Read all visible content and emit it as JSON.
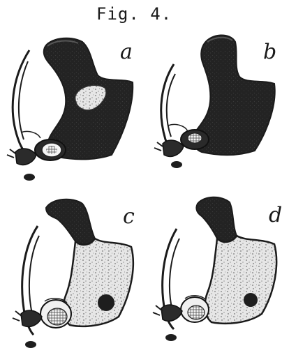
{
  "figure": {
    "title": "Fig. 4.",
    "panels": [
      {
        "label": "a",
        "variant": "dark-with-light-spot"
      },
      {
        "label": "b",
        "variant": "fully-dark"
      },
      {
        "label": "c",
        "variant": "light-stippled"
      },
      {
        "label": "d",
        "variant": "light-stippled"
      }
    ]
  },
  "colors": {
    "ink": "#1b1b1b",
    "dark_fill": "#262626",
    "light_fill": "#e4e4e4",
    "paper": "#ffffff"
  }
}
